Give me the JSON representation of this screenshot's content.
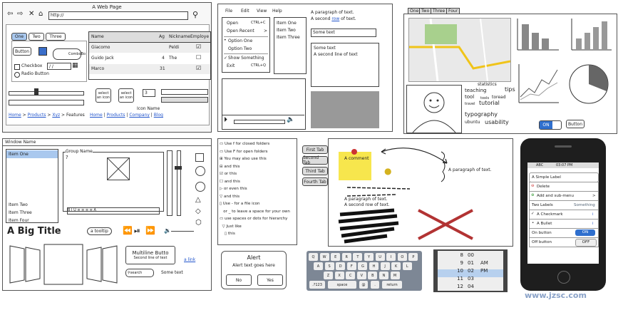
{
  "browser": {
    "title": "A Web Page",
    "url": "http://",
    "tabs": [
      "One",
      "Two",
      "Three"
    ],
    "button": "Button",
    "combo": "ComboBo",
    "checkbox": "Checkbox",
    "radio": "Radio Button",
    "table": {
      "headers": [
        "Name",
        "Ag",
        "Nickname",
        "Employe"
      ],
      "rows": [
        [
          "Giacomo",
          "",
          "Peldi",
          "checked"
        ],
        [
          "Guido Jack",
          "4",
          "The",
          "unchecked"
        ],
        [
          "Marco",
          "31",
          "",
          "checked"
        ]
      ]
    },
    "select_icon": "select an icon",
    "icon_name": "Icon Name",
    "stepper_value": "3",
    "breadcrumb": [
      "Home",
      "Products",
      "Xyz",
      "Features"
    ],
    "links": [
      "Home",
      "Products",
      "Company",
      "Blog"
    ]
  },
  "menu": {
    "bar": [
      "File",
      "Edit",
      "View",
      "Help"
    ],
    "items": [
      {
        "label": "Open",
        "shortcut": "CTRL+C"
      },
      {
        "label": "Open Recent",
        "shortcut": ">"
      },
      {
        "label": "Option One",
        "shortcut": ""
      },
      {
        "label": "Option Two",
        "shortcut": ""
      },
      {
        "label": "Show Something",
        "shortcut": ""
      },
      {
        "label": "Exit",
        "shortcut": "CTRL+Q"
      }
    ],
    "list": [
      "Item One",
      "Item Two",
      "Item Three"
    ]
  },
  "text": {
    "paragraph": "A paragraph of text.",
    "second_line_a": "A second ",
    "second_line_link": "row",
    "second_line_b": " of text.",
    "some_text": "Some text",
    "area_line1": "Some text",
    "area_line2": "A second line of text"
  },
  "tabs_right": [
    "One",
    "Two",
    "Three",
    "Four"
  ],
  "tagcloud": [
    "statistics",
    "teaching",
    "tips",
    "tool",
    "tools",
    "toread",
    "travel",
    "tutorial",
    "typography",
    "ubuntu",
    "usability"
  ],
  "toggle_on": "ON",
  "toggle_btn": "Button",
  "window": {
    "title": "Window Name",
    "list": [
      "Item One",
      "Item Two",
      "Item Three",
      "Item Four"
    ],
    "group": "Group Name",
    "big_title": "A Big Title",
    "tooltip": "a tooltip",
    "multiline_title": "Multiline Butto",
    "multiline_sub": "Second line of text",
    "link": "a link",
    "search": "search",
    "some_text": "Some text"
  },
  "tree": [
    "Use f for closed folders",
    "Use F for open folders",
    "You may also use this",
    "and this",
    "or this",
    "and this",
    "or even this",
    "and this",
    "Use - for a file icon",
    "or _ to leave a space for your own",
    "use spaces or dots for hierarchy",
    "Just like",
    "this"
  ],
  "alert": {
    "title": "Alert",
    "text": "Alert text goes here",
    "no": "No",
    "yes": "Yes"
  },
  "accordion": [
    "First Tab",
    "Second Tab",
    "Third Tab",
    "Fourth Tab"
  ],
  "notes": {
    "comment": "A comment",
    "paragraph": "A paragraph of text.",
    "line1": "A paragraph of text.",
    "line2": "A second row of text."
  },
  "keyboard": {
    "row1": [
      "Q",
      "W",
      "E",
      "R",
      "T",
      "Y",
      "U",
      "I",
      "O",
      "P"
    ],
    "row2": [
      "A",
      "S",
      "D",
      "F",
      "G",
      "H",
      "J",
      "K",
      "L"
    ],
    "row3": [
      "Z",
      "X",
      "C",
      "V",
      "B",
      "N",
      "M"
    ],
    "bottom": [
      ".?123",
      "space",
      "@",
      ".",
      "return"
    ]
  },
  "picker": {
    "col1": [
      "8",
      "9",
      "10",
      "11",
      "12"
    ],
    "col2": [
      "00",
      "01",
      "02",
      "03",
      "04"
    ],
    "col3": [
      "AM",
      "PM"
    ]
  },
  "phone": {
    "status_carrier": "ABC",
    "status_time": "03:07 PM",
    "items": [
      {
        "label": "A Simple Label",
        "right": ""
      },
      {
        "label": "Delete",
        "right": ""
      },
      {
        "label": "Add and sub-menu",
        "right": ">"
      },
      {
        "label": "Two Labels",
        "right": "Something"
      },
      {
        "label": "A Checkmark",
        "right": "i"
      },
      {
        "label": "A Bullet",
        "right": "i"
      },
      {
        "label": "On button",
        "right": "ON"
      },
      {
        "label": "Off button",
        "right": "OFF"
      }
    ]
  },
  "watermark": "www.jzsc.com",
  "colors": {
    "blue": "#2255cc",
    "selection": "#a9c8ee",
    "sticky": "#f7e64d",
    "red": "#b23333",
    "chart": "#555555"
  }
}
